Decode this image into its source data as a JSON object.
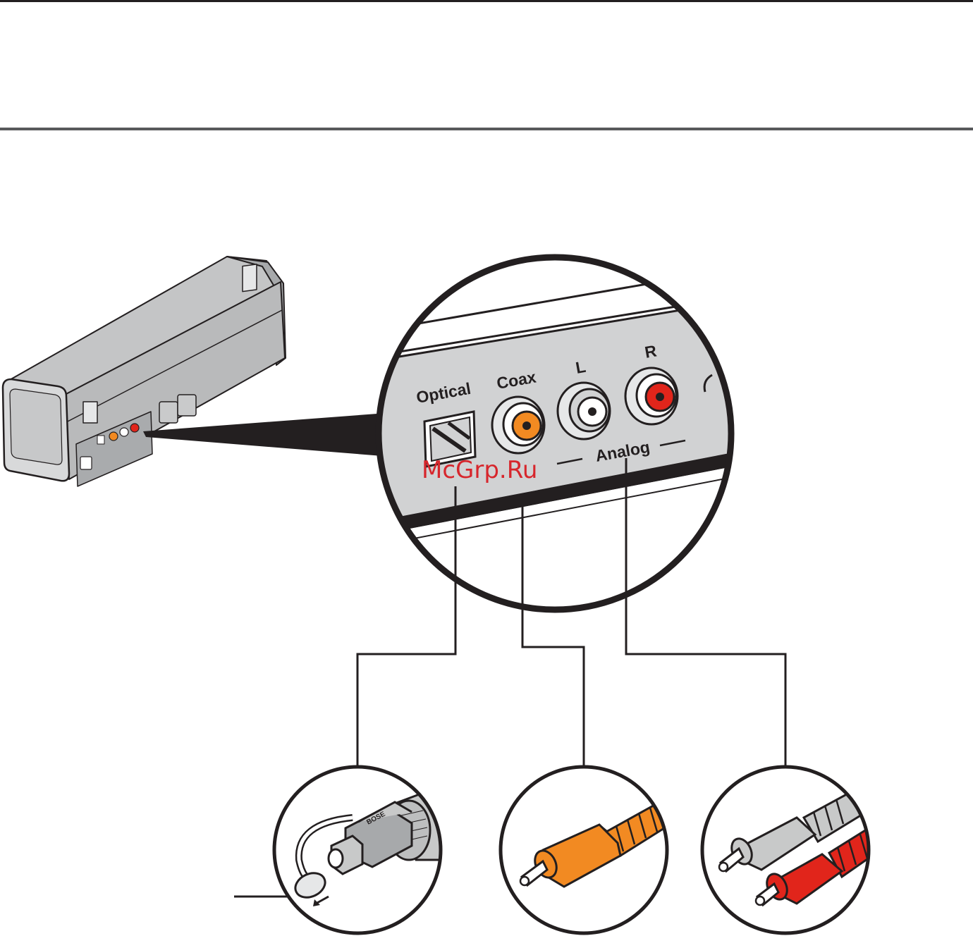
{
  "labels": {
    "optical": "Optical",
    "coax": "Coax",
    "left": "L",
    "right": "R",
    "analog": "Analog"
  },
  "watermark": "McGrp.Ru",
  "colors": {
    "coax_orange": "#f28a22",
    "right_red": "#e1251b",
    "left_white": "#ffffff",
    "cable_gray": "#c8c9c9",
    "line": "#231f20",
    "panel_gray": "#d1d2d3"
  }
}
